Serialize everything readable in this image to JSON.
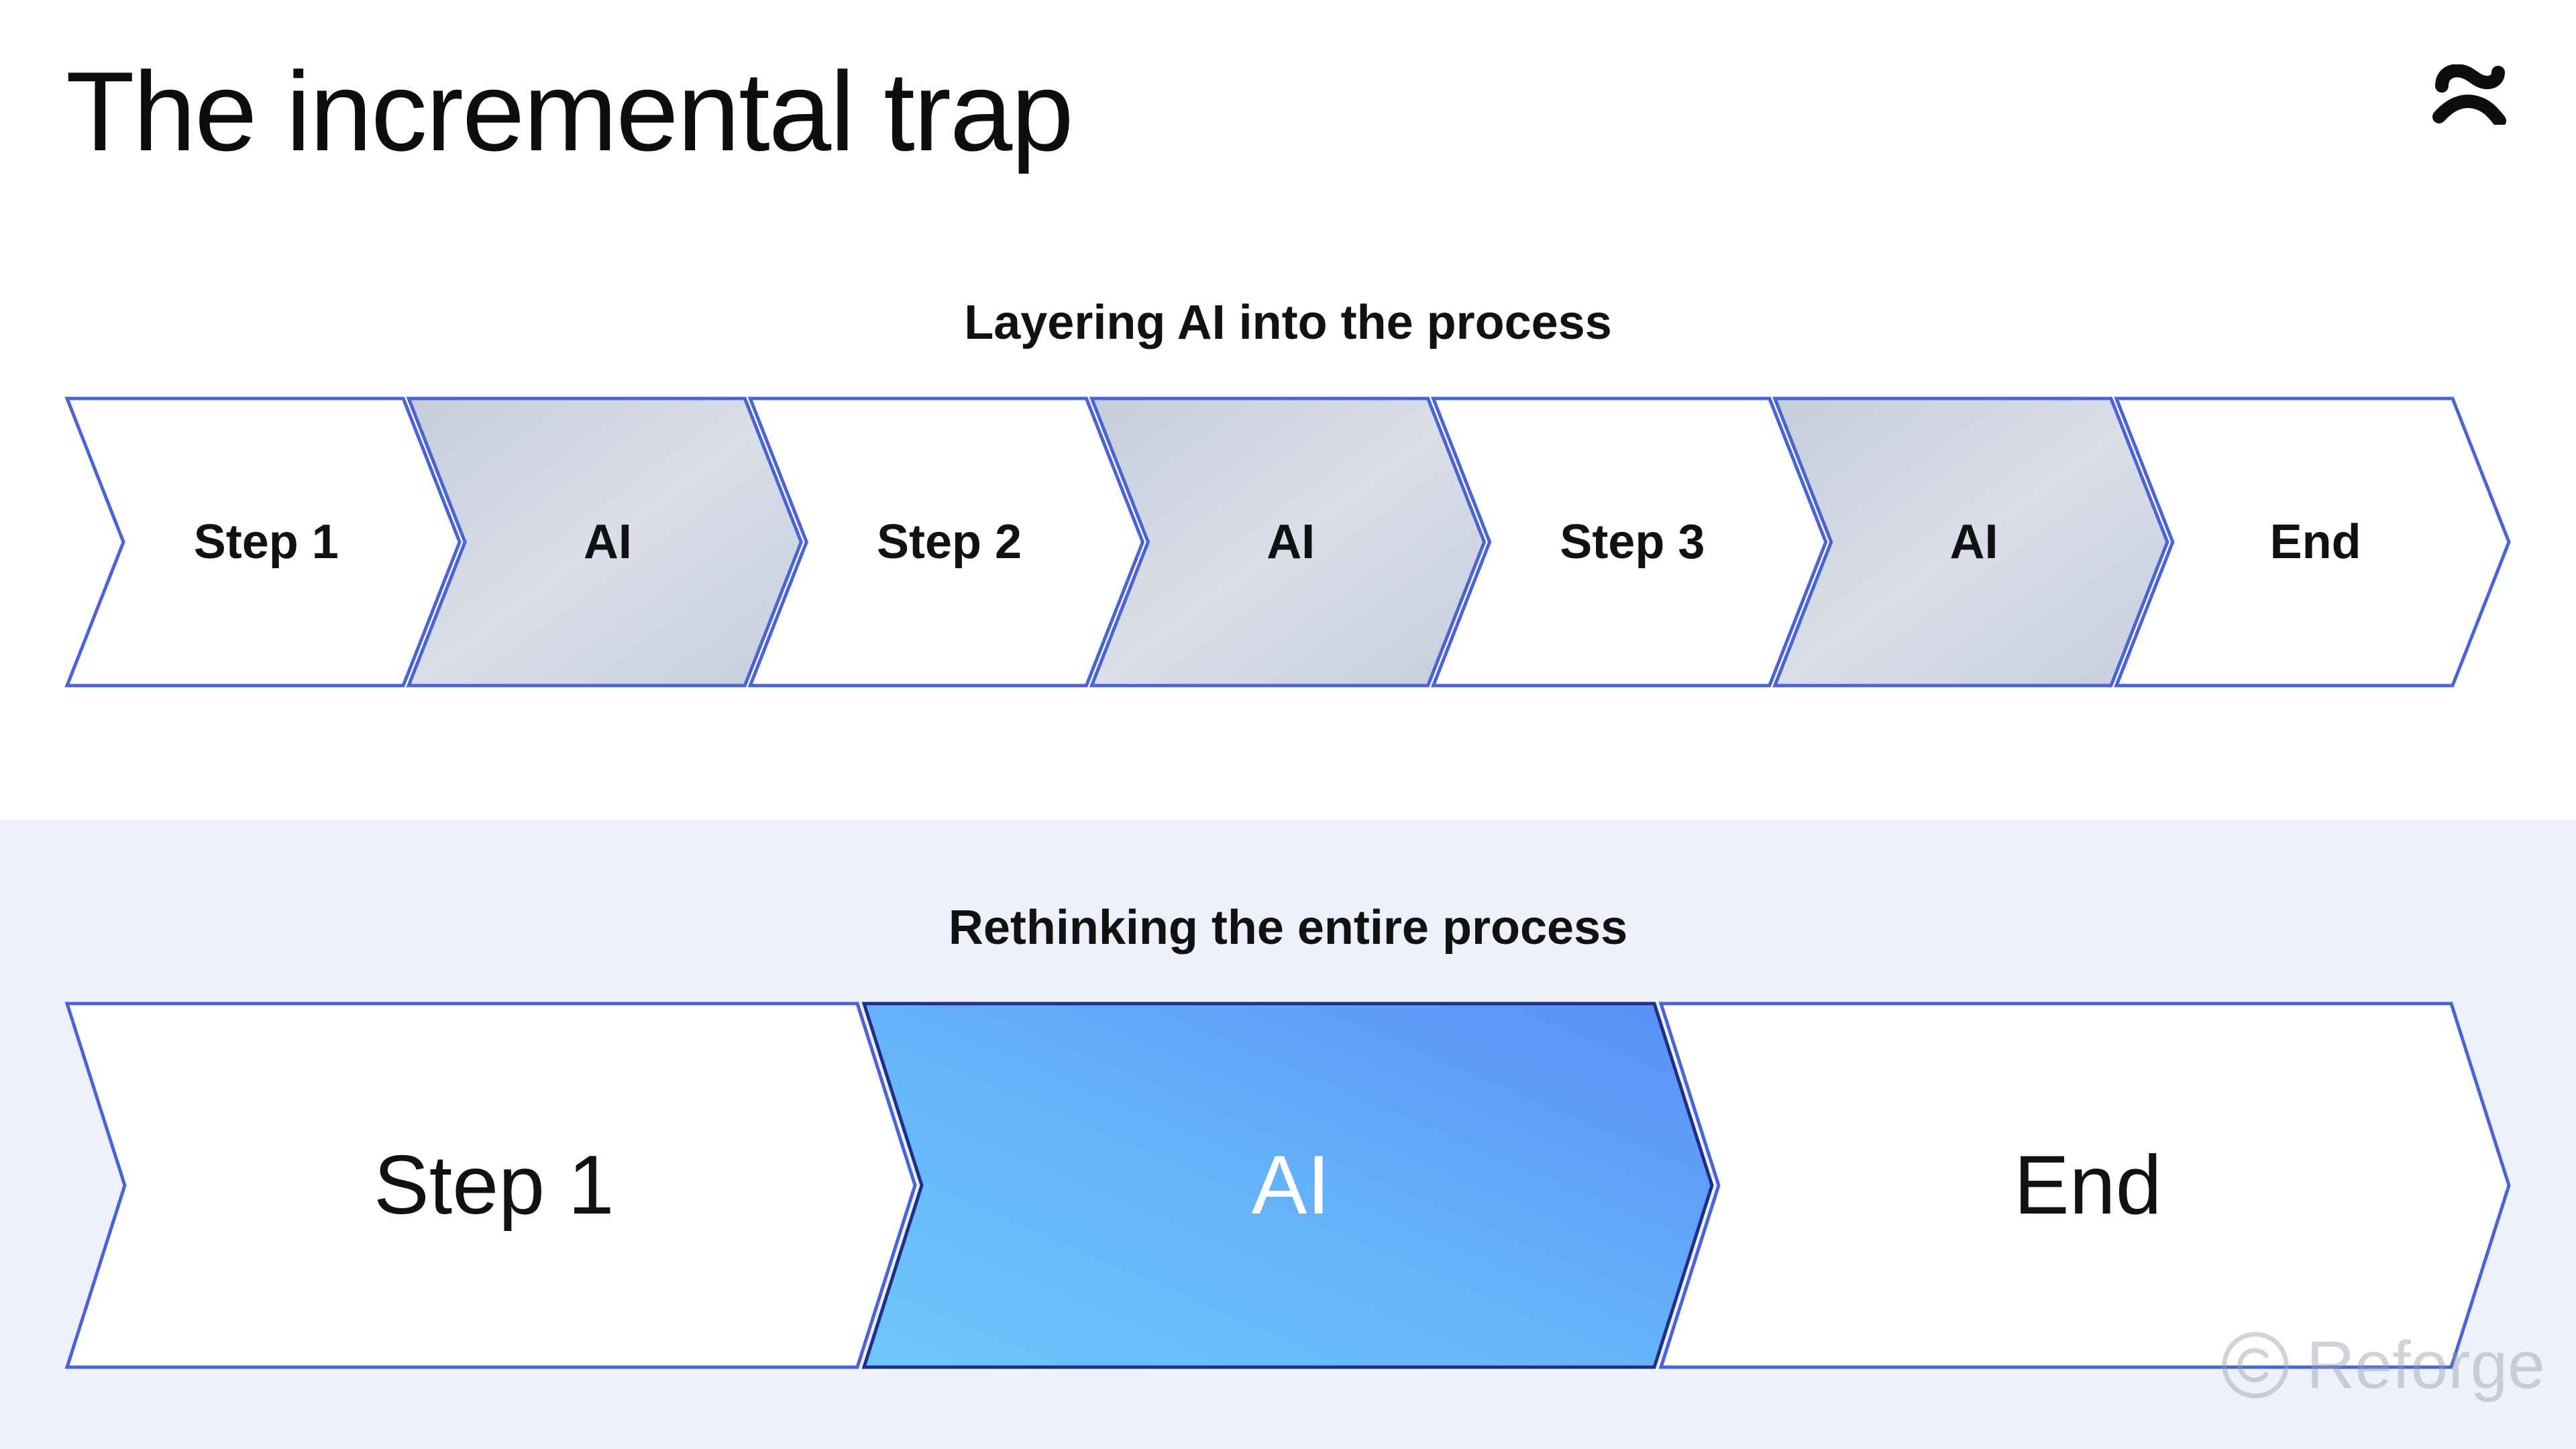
{
  "title": "The incremental trap",
  "layered": {
    "heading": "Layering AI into the process",
    "steps": [
      {
        "label": "Step 1",
        "kind": "step"
      },
      {
        "label": "AI",
        "kind": "ai"
      },
      {
        "label": "Step 2",
        "kind": "step"
      },
      {
        "label": "AI",
        "kind": "ai"
      },
      {
        "label": "Step 3",
        "kind": "step"
      },
      {
        "label": "AI",
        "kind": "ai"
      },
      {
        "label": "End",
        "kind": "step"
      }
    ]
  },
  "rethinking": {
    "heading": "Rethinking the entire process",
    "steps": [
      {
        "label": "Step 1",
        "kind": "step"
      },
      {
        "label": "AI",
        "kind": "ai-highlight"
      },
      {
        "label": "End",
        "kind": "step"
      }
    ]
  },
  "watermark": {
    "label": "Reforge",
    "icon": "copyright-icon"
  },
  "logo": {
    "icon": "reforge-logo-icon"
  },
  "colors": {
    "outline": "#4a63d6",
    "outline_dark": "#1e2f8a",
    "ai_fill_start": "#c9cfdc",
    "ai_fill_end": "#d8dde7",
    "highlight_start": "#6cc3fb",
    "highlight_end": "#5591f7",
    "panel": "#eef1fc"
  }
}
